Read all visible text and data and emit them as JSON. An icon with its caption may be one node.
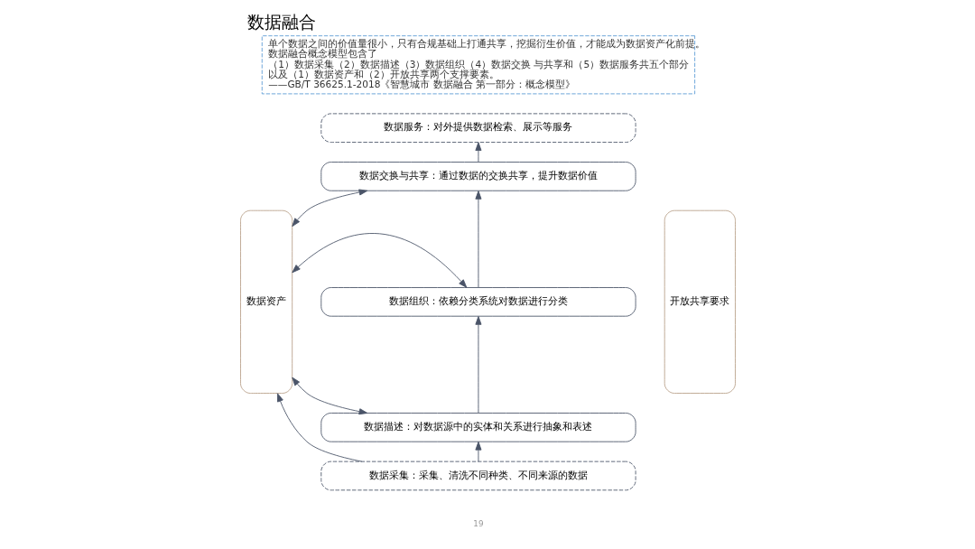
{
  "diagram": {
    "title": "数据融合",
    "nodes": [
      {
        "text": [
          "单个数据之间的价值量很小，只有合规基础上打通共享，挖掘衍生价值，才能成为数据资产化前提。",
          "数据融合概念模型包含了",
          "（1）数据采集（2）数据描述（3）数据组织（4）数据交换 与共享和（5）数据服务共五个部分",
          "以及（1）数据资产和（2）开放共享两个支撑要素。",
          "——GB/T 36625.1-2018《智慧城市 数据融合 第一部分：概念模型》"
        ]
      },
      {
        "text": [
          "数据资产"
        ]
      },
      {
        "text": [
          "开放共享要求"
        ]
      },
      {
        "text": [
          "数据服务：对外提供数据检索、展示等服务"
        ]
      },
      {
        "text": [
          "数据交换与共享：通过数据的交换共享，提升数据价值"
        ]
      },
      {
        "text": [
          "数据组织：依赖分类系统对数据进行分类"
        ]
      },
      {
        "text": [
          "数据描述：对数据源中的实体和关系进行抽象和表述"
        ]
      },
      {
        "text": [
          "数据采集：采集、清洗不同种类、不同来源的数据"
        ]
      }
    ],
    "edges": [
      {
        "from": 7,
        "to": 6,
        "arrow": "to"
      },
      {
        "from": 6,
        "to": 5,
        "arrow": "to"
      },
      {
        "from": 5,
        "to": 4,
        "arrow": "to"
      },
      {
        "from": 4,
        "to": 3,
        "arrow": "to"
      },
      {
        "from": 4,
        "to": 1,
        "arrow": "both"
      },
      {
        "from": 5,
        "to": 1,
        "arrow": "both"
      },
      {
        "from": 6,
        "to": 1,
        "arrow": "both"
      },
      {
        "from": 7,
        "to": 1,
        "arrow": "to"
      }
    ],
    "labels": [
      "19"
    ]
  }
}
